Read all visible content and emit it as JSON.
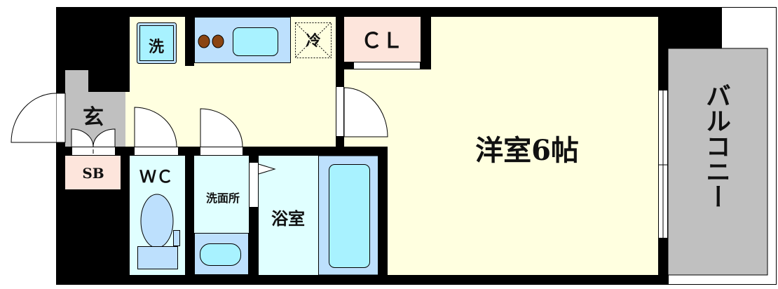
{
  "floorplan": {
    "rooms": {
      "western_room": "洋室6帖",
      "balcony": "バルコニー",
      "closet": "ＣＬ",
      "entrance": "玄",
      "shoe_box": "SB",
      "toilet": "ＷＣ",
      "washroom": "洗面所",
      "bathroom": "浴室"
    },
    "fixtures": {
      "washing_machine": "洗",
      "refrigerator": "冷"
    }
  },
  "colors": {
    "wall": "#000000",
    "living": "#ffffe0",
    "wet_area": "#e0ffff",
    "fixture_blue": "#bde0fd",
    "basin": "#a8f2ff",
    "closet": "#fde5dc",
    "gray": "#c0c0c0",
    "stove": "#8b4513"
  }
}
